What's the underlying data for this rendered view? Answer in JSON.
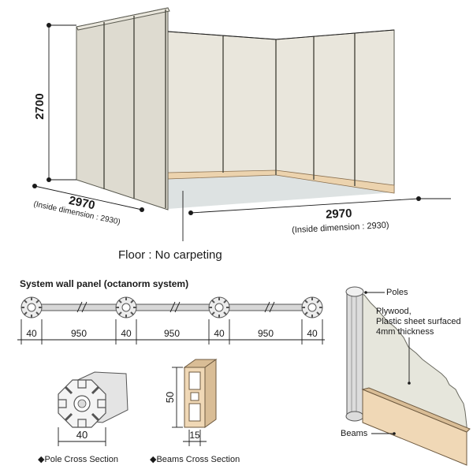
{
  "booth": {
    "height": "2700",
    "width_left": "2970",
    "width_left_inside": "(Inside dimension : 2930)",
    "width_right": "2970",
    "width_right_inside": "(Inside dimension : 2930)",
    "floor_note": "Floor : No carpeting"
  },
  "system_wall": {
    "title": "System wall panel (octanorm system)",
    "dims": [
      "40",
      "950",
      "40",
      "950",
      "40",
      "950",
      "40"
    ]
  },
  "pole_section": {
    "dim": "40",
    "caption": "◆Pole Cross Section"
  },
  "beam_section": {
    "dim_height": "50",
    "dim_width": "15",
    "caption": "◆Beams Cross Section"
  },
  "detail": {
    "poles": "Poles",
    "plywood_line1": "Plywood,",
    "plywood_line2": "Plastic sheet surfaced",
    "plywood_line3": "4mm thickness",
    "beams": "Beams"
  },
  "colors": {
    "panel": "#e9e6dc",
    "baseboard": "#ecd3ae",
    "floor": "#dde2e2"
  }
}
